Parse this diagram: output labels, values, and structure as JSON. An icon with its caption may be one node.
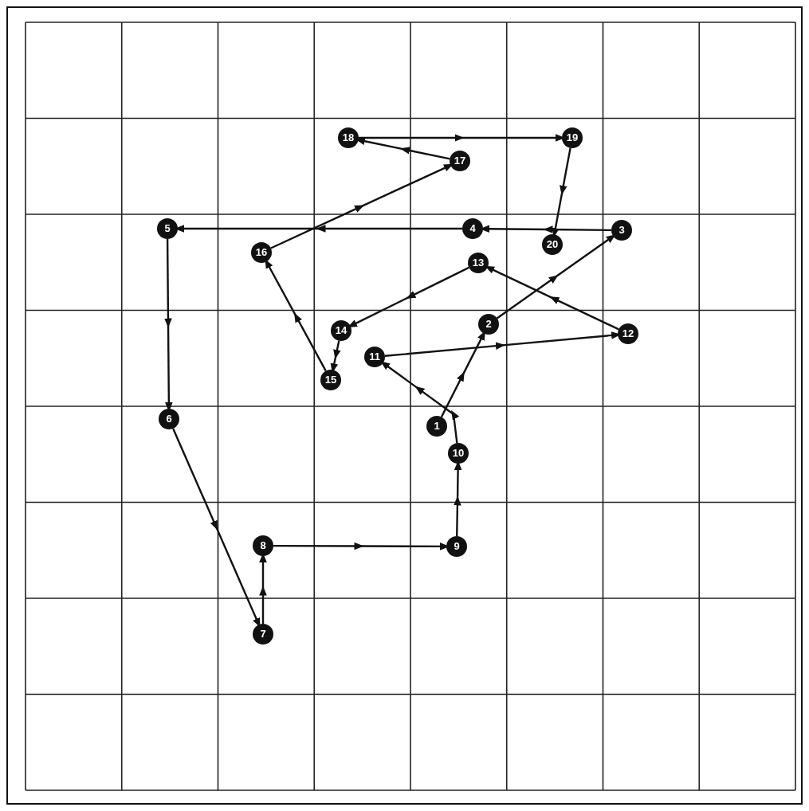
{
  "diagram": {
    "nodes": [
      {
        "text": [
          "1"
        ]
      },
      {
        "text": [
          "2"
        ]
      },
      {
        "text": [
          "3"
        ]
      },
      {
        "text": [
          "4"
        ]
      },
      {
        "text": [
          "5"
        ]
      },
      {
        "text": [
          "6"
        ]
      },
      {
        "text": [
          "7"
        ]
      },
      {
        "text": [
          "8"
        ]
      },
      {
        "text": [
          "9"
        ]
      },
      {
        "text": [
          "10"
        ]
      },
      {
        "text": [
          "11"
        ]
      },
      {
        "text": [
          "12"
        ]
      },
      {
        "text": [
          "13"
        ]
      },
      {
        "text": [
          "14"
        ]
      },
      {
        "text": [
          "15"
        ]
      },
      {
        "text": [
          "16"
        ]
      },
      {
        "text": [
          "17"
        ]
      },
      {
        "text": [
          "18"
        ]
      },
      {
        "text": [
          "19"
        ]
      },
      {
        "text": [
          "20"
        ]
      }
    ],
    "edges": [
      {
        "from": 0,
        "to": 1,
        "arrow": "to"
      },
      {
        "from": 1,
        "to": 2,
        "arrow": "to"
      },
      {
        "from": 2,
        "to": 3,
        "arrow": "to"
      },
      {
        "from": 3,
        "to": 4,
        "arrow": "to"
      },
      {
        "from": 4,
        "to": 5,
        "arrow": "to"
      },
      {
        "from": 5,
        "to": 6,
        "arrow": "to"
      },
      {
        "from": 6,
        "to": 7,
        "arrow": "to"
      },
      {
        "from": 7,
        "to": 8,
        "arrow": "to"
      },
      {
        "from": 8,
        "to": 9,
        "arrow": "to"
      },
      {
        "from": 9,
        "to": 10,
        "arrow": "to"
      },
      {
        "from": 10,
        "to": 11,
        "arrow": "to"
      },
      {
        "from": 11,
        "to": 12,
        "arrow": "to"
      },
      {
        "from": 12,
        "to": 13,
        "arrow": "to"
      },
      {
        "from": 13,
        "to": 14,
        "arrow": "to"
      },
      {
        "from": 14,
        "to": 15,
        "arrow": "to"
      },
      {
        "from": 15,
        "to": 16,
        "arrow": "to"
      },
      {
        "from": 16,
        "to": 17,
        "arrow": "to"
      },
      {
        "from": 17,
        "to": 18,
        "arrow": "to"
      },
      {
        "from": 18,
        "to": 19,
        "arrow": "to"
      }
    ]
  }
}
